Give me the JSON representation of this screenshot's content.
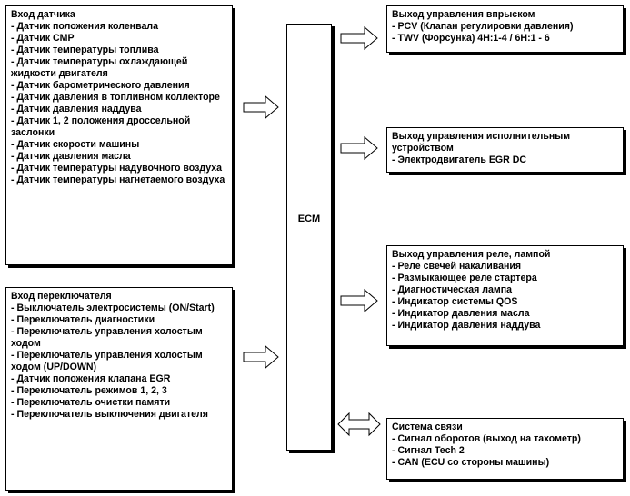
{
  "sensor_input": {
    "title": "Вход датчика",
    "items": [
      "- Датчик положения коленвала",
      "- Датчик CMP",
      "- Датчик температуры топлива",
      "- Датчик температуры охлаждающей жидкости двигателя",
      "- Датчик барометрического давления",
      "- Датчик давления в топливном коллекторе",
      "- Датчик давления наддува",
      "- Датчик 1, 2 положения дроссельной заслонки",
      "- Датчик скорости машины",
      "- Датчик давления масла",
      "- Датчик температуры надувочного воздуха",
      "- Датчик температуры нагнетаемого воздуха"
    ]
  },
  "switch_input": {
    "title": "Вход переключателя",
    "items": [
      "- Выключатель электросистемы (ON/Start)",
      "- Переключатель диагностики",
      "- Переключатель управления холостым ходом",
      "- Переключатель управления холостым ходом (UP/DOWN)",
      "- Датчик положения клапана EGR",
      "- Переключатель режимов 1, 2, 3",
      "- Переключатель очистки памяти",
      "- Переключатель выключения двигателя"
    ]
  },
  "ecm": {
    "label": "ECM"
  },
  "injection_output": {
    "title": "Выход управления впрыском",
    "items": [
      "- PCV (Клапан регулировки давления)",
      "- TWV (Форсунка) 4H:1-4 / 6H:1 - 6"
    ]
  },
  "actuator_output": {
    "title": "Выход управления исполнительным устройством",
    "items": [
      "- Электродвигатель EGR DC"
    ]
  },
  "relay_output": {
    "title": "Выход управления реле, лампой",
    "items": [
      "- Реле свечей накаливания",
      "- Размыкающее реле стартера",
      "- Диагностическая лампа",
      "- Индикатор системы QOS",
      "- Индикатор давления масла",
      "- Индикатор давления наддува"
    ]
  },
  "communication": {
    "title": "Система связи",
    "items": [
      "- Сигнал оборотов (выход на тахометр)",
      "- Сигнал Tech 2",
      "- CAN (ECU со стороны машины)"
    ]
  }
}
